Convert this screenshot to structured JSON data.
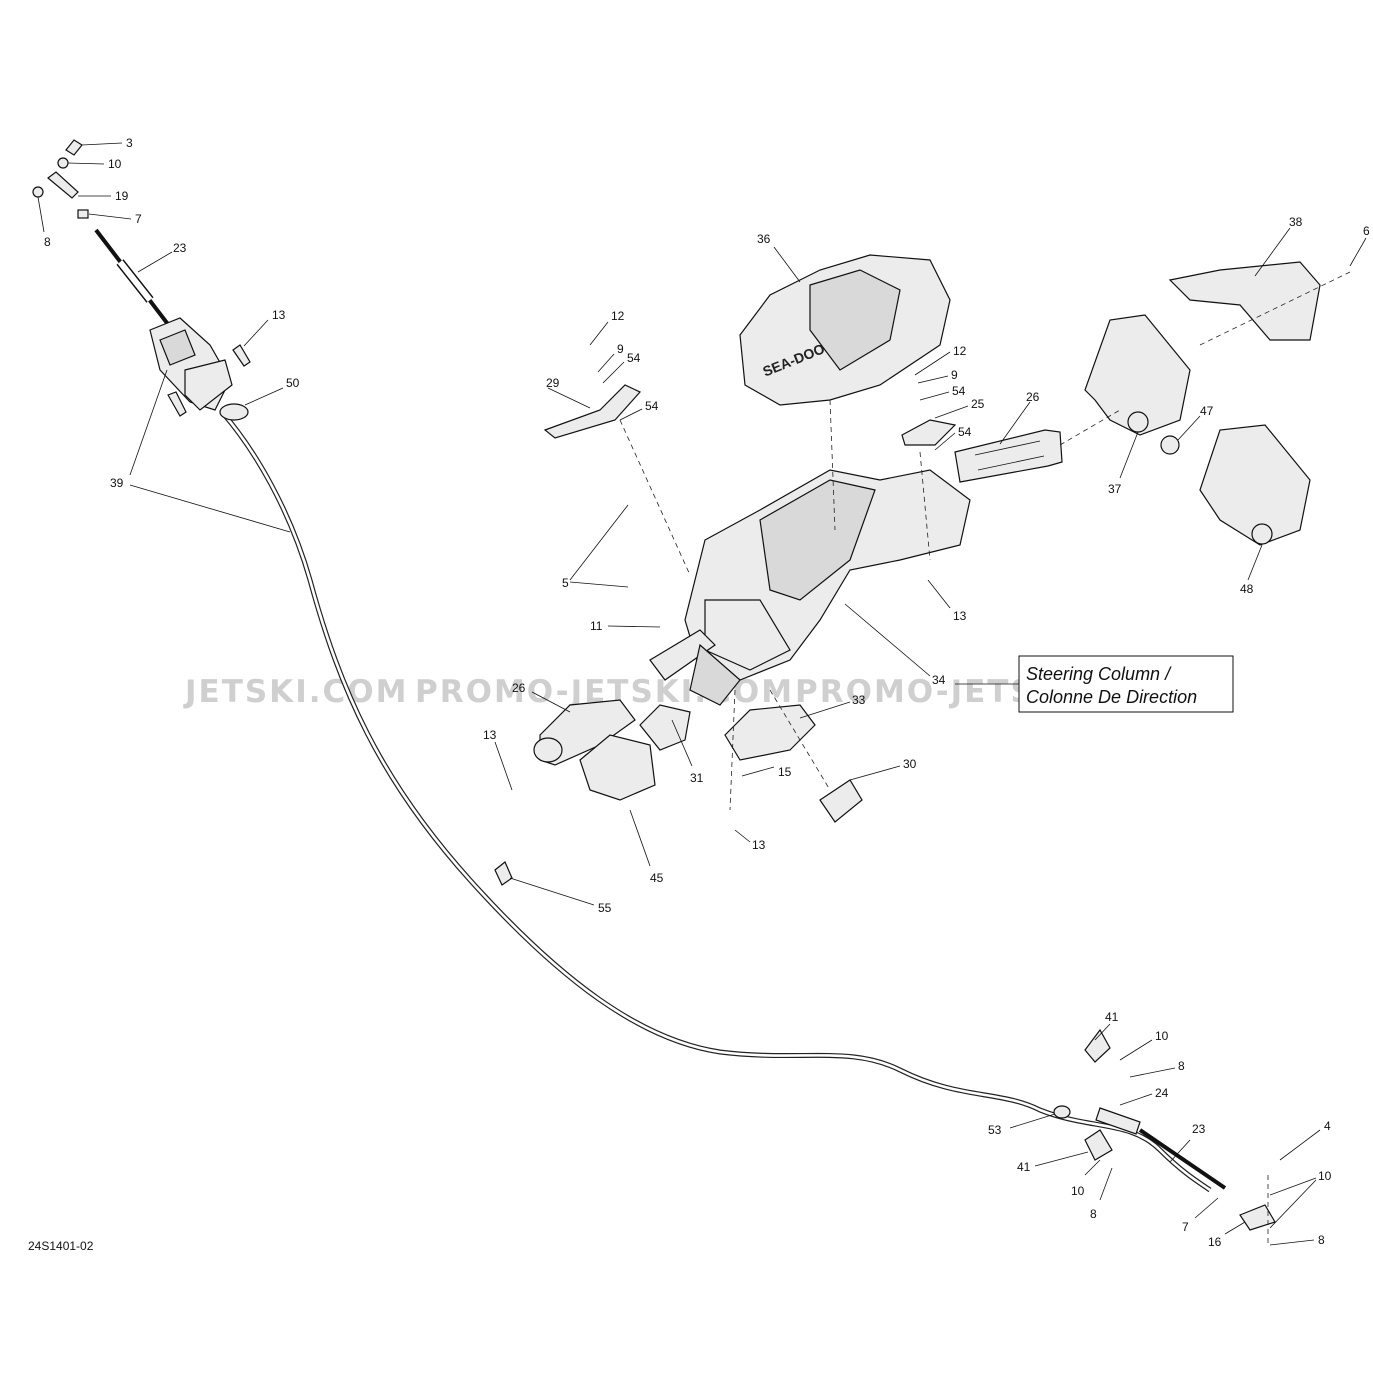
{
  "diagram": {
    "title_line1": "Steering Column /",
    "title_line2": "Colonne De Direction",
    "code": "24S1401-02",
    "watermarks": [
      "JETSKI.COM",
      "PROMO-JETSKI.COM",
      "PROMO-JETSKI.COM"
    ],
    "logo_text": "SEA-DOO",
    "callouts": [
      "3",
      "10",
      "19",
      "7",
      "8",
      "23",
      "13",
      "50",
      "39",
      "12",
      "9",
      "54",
      "29",
      "54",
      "5",
      "11",
      "36",
      "12",
      "9",
      "54",
      "25",
      "54",
      "26",
      "38",
      "6",
      "47",
      "37",
      "48",
      "13",
      "34",
      "26",
      "33",
      "13",
      "31",
      "45",
      "15",
      "30",
      "13",
      "55",
      "41",
      "10",
      "8",
      "24",
      "53",
      "23",
      "41",
      "10",
      "8",
      "7",
      "16",
      "4",
      "10",
      "8"
    ]
  }
}
